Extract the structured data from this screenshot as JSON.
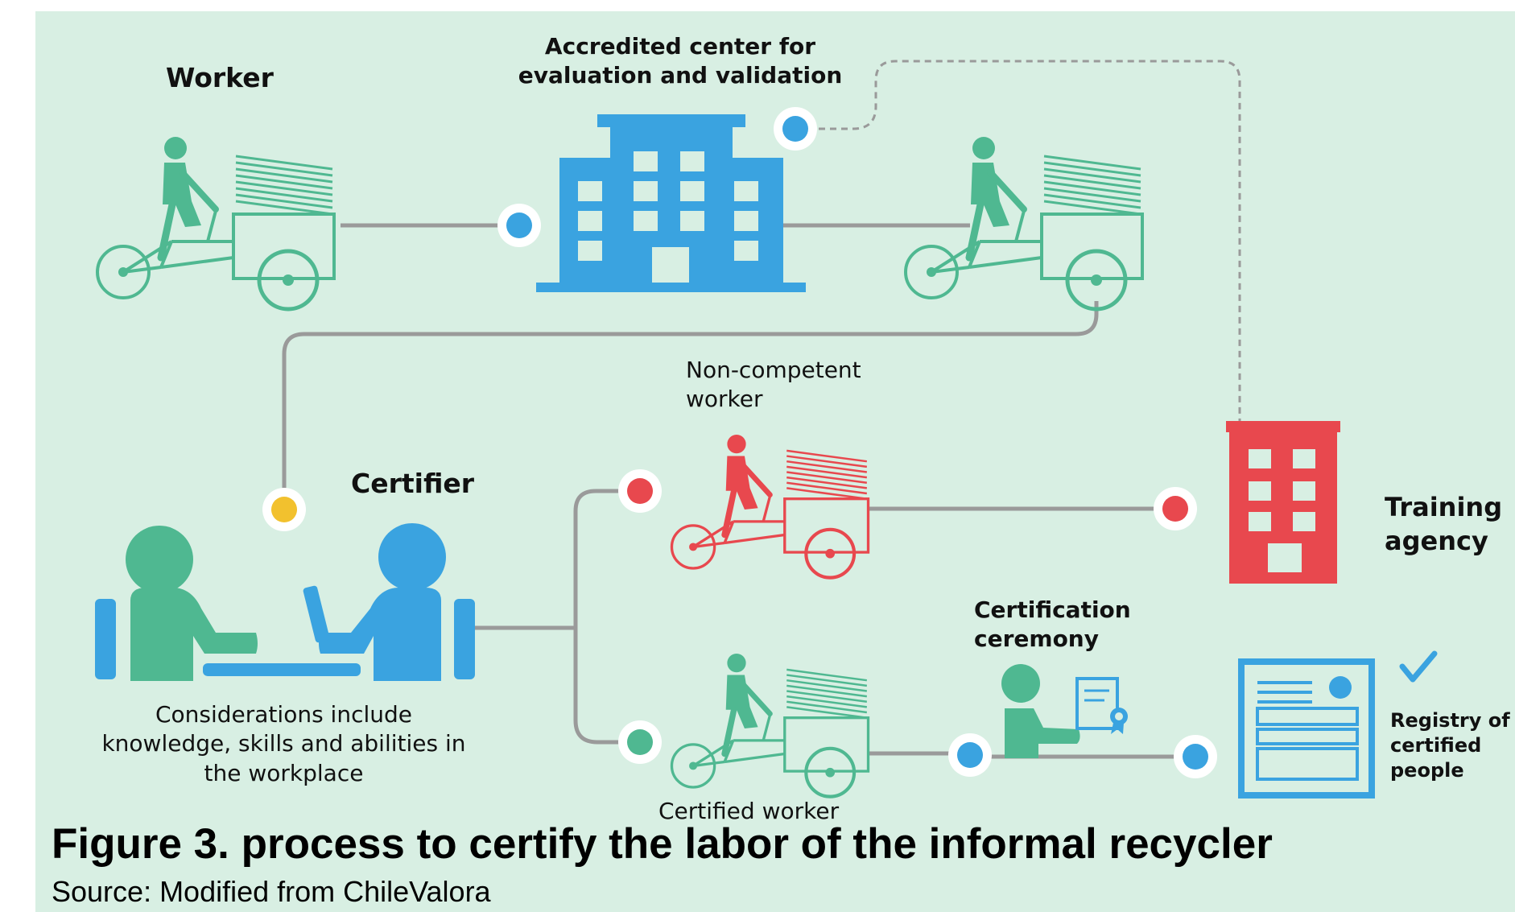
{
  "labels": {
    "worker": "Worker",
    "accredited_center": "Accredited center for evaluation and validation",
    "non_competent_worker": "Non-competent worker",
    "certifier": "Certifier",
    "training_agency": "Training agency",
    "certification_ceremony": "Certification ceremony",
    "considerations": "Considerations include knowledge, skills and abilities in the workplace",
    "registry": "Registry of certified people",
    "certified_worker": "Certified worker"
  },
  "caption": {
    "title": "Figure 3. process to certify the labor of the informal recycler",
    "source": "Source: Modified from ChileValora"
  },
  "colors": {
    "background": "#d8efe3",
    "green": "#4fb891",
    "blue": "#3aa3e0",
    "red": "#e8484e",
    "yellow": "#f2c12e",
    "line": "#9a9a9a"
  },
  "icons": [
    "recycler-bike-icon",
    "building-icon",
    "meeting-icon",
    "ceremony-icon",
    "certificate-icon",
    "registry-document-icon",
    "checkmark-icon"
  ]
}
